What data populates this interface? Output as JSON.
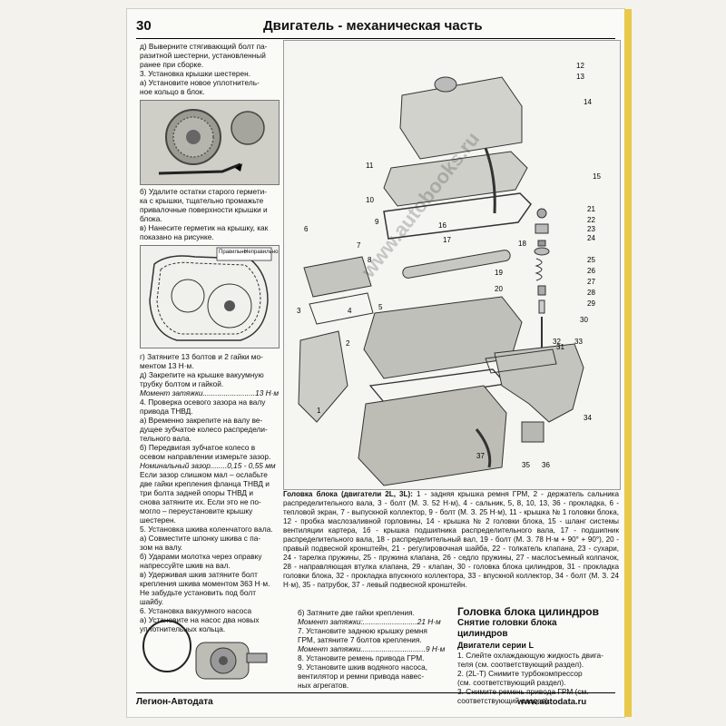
{
  "header": {
    "page_number": "30",
    "title": "Двигатель - механическая часть"
  },
  "left_column": {
    "p1": "д) Выверните стягивающий болт па-",
    "p1b": "разитной шестерни, установленный",
    "p1c": "ранее при сборке.",
    "s3": "3. Установка крышки шестерен.",
    "s3a": "а) Установите новое уплотнитель-",
    "s3a2": "ное кольцо в блок.",
    "b1": "б) Удалите остатки старого гермети-",
    "b2": "ка с крышки, тщательно промажьте",
    "b3": "привалочные поверхности крышки и",
    "b4": "блока.",
    "v1": "в) Нанесите герметик на крышку, как",
    "v2": "показано на рисунке.",
    "fig_label_ok": "Правильно",
    "fig_label_bad": "Неправильно",
    "g1": "г) Затяните 13 болтов и 2 гайки мо-",
    "g2": "ментом 13 Н·м.",
    "d1": "д) Закрепите на крышке вакуумную",
    "d2": "трубку болтом и гайкой.",
    "torque1": "Момент затяжки.........................13 Н·м",
    "s4": "4. Проверка осевого зазора на валу",
    "s4b": "привода ТНВД.",
    "s4a1": "а) Временно закрепите на валу ве-",
    "s4a2": "дущее зубчатое колесо распредели-",
    "s4a3": "тельного вала.",
    "s4b1": "б) Передвигая зубчатое колесо в",
    "s4b2": "осевом направлении измерьте зазор.",
    "gap": "Номинальный зазор........0,15 - 0,55 мм",
    "e1": "Если зазор слишком мал – ослабьте",
    "e2": "две гайки крепления фланца ТНВД и",
    "e3": "три болта задней опоры ТНВД и",
    "e4": "снова затяните их. Если это не по-",
    "e5": "могло – переустановите крышку",
    "e6": "шестерен.",
    "s5": "5. Установка шкива коленчатого вала.",
    "s5a1": "а) Совместите шпонку шкива с па-",
    "s5a2": "зом на валу.",
    "s5b1": "б) Ударами молотка через оправку",
    "s5b2": "напрессуйте шкив на вал.",
    "s5v1": "в) Удерживая шкив затяните болт",
    "s5v2": "крепления шкива моментом 363 Н·м.",
    "s5v3": "Не забудьте установить под болт",
    "s5v4": "шайбу.",
    "s6": "6. Установка вакуумного насоса",
    "s6a1": "а) Установите на насос два новых",
    "s6a2": "уплотнительных кольца."
  },
  "caption": {
    "lead": "Головка блока (двигатели 2L, 3L):",
    "text": " 1 - задняя крышка ремня ГРМ, 2 - держатель сальника распределительного вала, 3 - болт (М. З. 52 Н·м), 4 - сальник, 5, 8, 10, 13, 36 - прокладка, 6 - тепловой экран, 7 - выпускной коллектор, 9 - болт (М. З. 25 Н·м), 11 - крышка № 1 головки блока, 12 - пробка маслозаливной горловины, 14 - крышка № 2 головки блока, 15 - шланг системы вентиляции картера, 16 - крышка подшипника распределительного вала, 17 - подшипник распределительного вала, 18 - распределительный вал, 19 - болт (М. З. 78 Н·м + 90° + 90°), 20 - правый подвесной кронштейн, 21 - регулировочная шайба, 22 - толкатель клапана, 23 - сухари, 24 - тарелка пружины, 25 - пружина клапана, 26 - седло пружины, 27 - маслосъемный колпачок, 28 - направляющая втулка клапана, 29 - клапан, 30 - головка блока цилиндров, 31 - прокладка головки блока, 32 - прокладка впускного коллектора, 33 - впускной коллектор, 34 - болт (М. З. 24 Н·м), 35 - патрубок, 37 - левый подвесной кронштейн."
  },
  "middle_bottom": {
    "b": "б) Затяните две гайки крепления.",
    "torque": "Момент затяжки:..........................21 Н·м",
    "s7a": "7. Установите заднюю крышку ремня",
    "s7b": "ГРМ, затяните 7 болтов крепления.",
    "torque2": "Момент затяжки...............................9 Н·м",
    "s8": "8. Установите ремень привода ГРМ.",
    "s9a": "9. Установите шкив водяного насоса,",
    "s9b": "вентилятор и ремни привода навес-",
    "s9c": "ных агрегатов."
  },
  "right_bottom": {
    "section": "Головка блока цилиндров",
    "sub1": "Снятие головки блока",
    "sub2": "цилиндров",
    "sub3": "Двигатели серии L",
    "r1a": "1. Слейте охлаждающую жидкость двига-",
    "r1b": "теля (см. соответствующий раздел).",
    "r2a": "2. (2L-T) Снимите турбокомпрессор",
    "r2b": "(см. соответствующий раздел).",
    "r3a": "3. Снимите ремень привода ГРМ (см.",
    "r3b": "соответствующий раздел)."
  },
  "footer": {
    "left": "Легион-Автодата",
    "right": "www.autodata.ru"
  },
  "watermark": "www.autobooks.ru",
  "part_numbers": [
    "12",
    "13",
    "14",
    "11",
    "15",
    "10",
    "21",
    "22",
    "23",
    "24",
    "25",
    "26",
    "27",
    "28",
    "29",
    "9",
    "16",
    "6",
    "17",
    "18",
    "7",
    "8",
    "19",
    "20",
    "3",
    "4",
    "5",
    "30",
    "31",
    "1",
    "2",
    "32",
    "33",
    "34",
    "35",
    "36",
    "37"
  ]
}
